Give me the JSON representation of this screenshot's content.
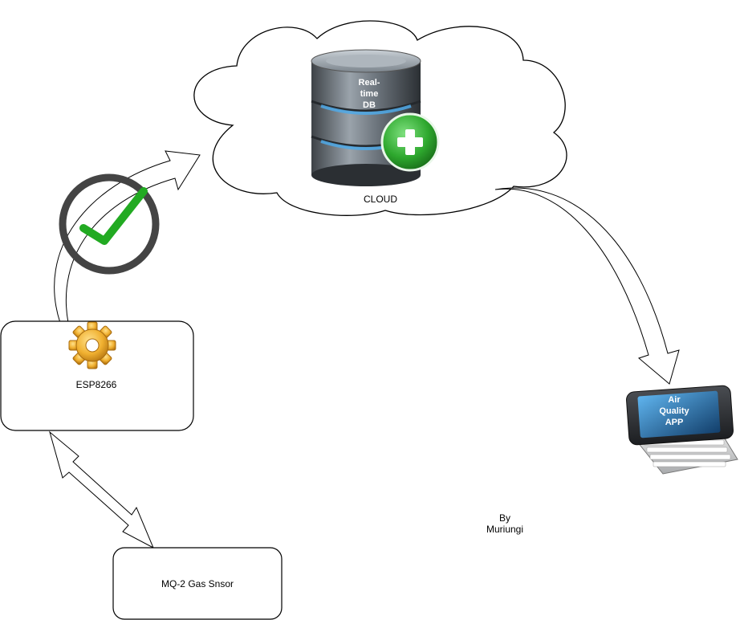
{
  "cloud": {
    "label": "CLOUD",
    "database": {
      "lines": [
        "Real-",
        "time",
        "DB"
      ]
    }
  },
  "esp": {
    "label": "ESP8266"
  },
  "sensor": {
    "label": "MQ-2 Gas Snsor"
  },
  "app": {
    "lines": [
      "Air",
      "Quality",
      "APP"
    ]
  },
  "credit": {
    "lines": [
      "By",
      "Muriungi"
    ]
  },
  "colors": {
    "check_green": "#22aa22",
    "check_ring": "#444444",
    "plus_green": "#2ea82e",
    "gear_gold": "#f0b030",
    "screen_blue": "#1f6fb0"
  }
}
